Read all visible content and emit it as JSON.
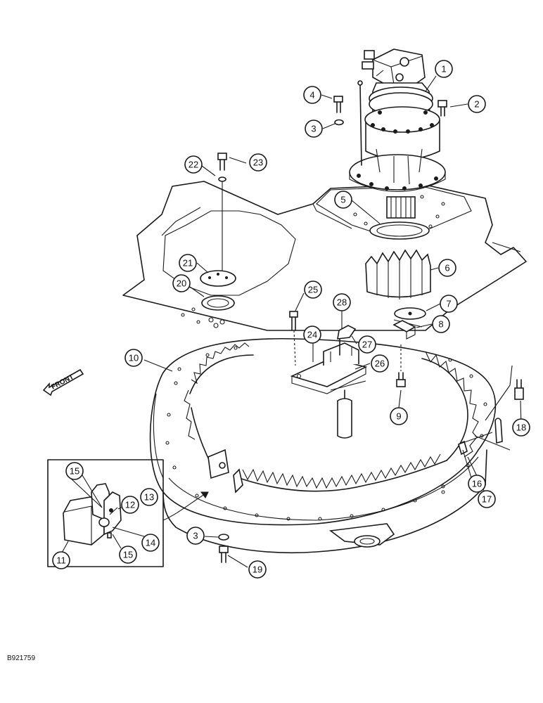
{
  "figure_code": "B921759",
  "front_label": "FRONT",
  "callouts": [
    {
      "n": "1"
    },
    {
      "n": "2"
    },
    {
      "n": "3"
    },
    {
      "n": "4"
    },
    {
      "n": "5"
    },
    {
      "n": "6"
    },
    {
      "n": "7"
    },
    {
      "n": "8"
    },
    {
      "n": "9"
    },
    {
      "n": "10"
    },
    {
      "n": "11"
    },
    {
      "n": "12"
    },
    {
      "n": "13"
    },
    {
      "n": "14"
    },
    {
      "n": "15"
    },
    {
      "n": "15"
    },
    {
      "n": "16"
    },
    {
      "n": "17"
    },
    {
      "n": "18"
    },
    {
      "n": "19"
    },
    {
      "n": "20"
    },
    {
      "n": "21"
    },
    {
      "n": "22"
    },
    {
      "n": "23"
    },
    {
      "n": "24"
    },
    {
      "n": "25"
    },
    {
      "n": "26"
    },
    {
      "n": "27"
    },
    {
      "n": "28"
    },
    {
      "n": "3"
    }
  ]
}
